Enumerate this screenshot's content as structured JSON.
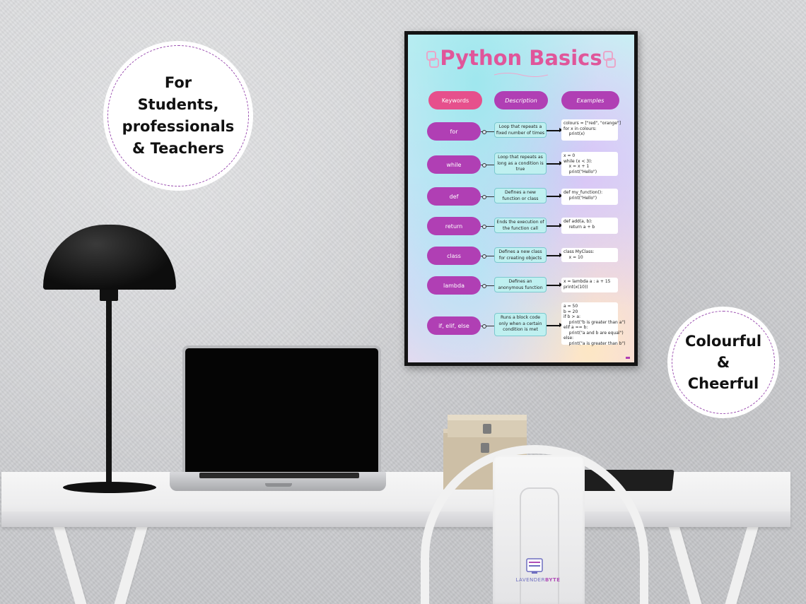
{
  "badges": {
    "left": [
      "For",
      "Students,",
      "professionals",
      "& Teachers"
    ],
    "right": [
      "Colourful",
      "&",
      "Cheerful"
    ]
  },
  "poster": {
    "title": "Python Basics",
    "headers": {
      "keywords": "Keywords",
      "description": "Description",
      "examples": "Examples"
    },
    "rows": [
      {
        "keyword": "for",
        "description": "Loop that repeats a fixed number of times",
        "example": "colours = [\"red\", \"orange\"]\nfor x in colours:\n    print(x)"
      },
      {
        "keyword": "while",
        "description": "Loop that repeats as long as a condition is true",
        "example": "x = 0\nwhile (x < 3):\n    x = x + 1\n    print(\"Hello\")"
      },
      {
        "keyword": "def",
        "description": "Defines a new function or class",
        "example": "def my_function():\n    print(\"Hello\")"
      },
      {
        "keyword": "return",
        "description": "Ends the execution of the function call",
        "example": "def add(a, b):\n    return a + b"
      },
      {
        "keyword": "class",
        "description": "Defines a new class for creating objects",
        "example": "class MyClass:\n    x = 10"
      },
      {
        "keyword": "lambda",
        "description": "Defines an anonymous function",
        "example": "x = lambda a : a + 15\nprint(x(10))"
      },
      {
        "keyword": "if, elif, else",
        "description": "Runs a block code only when a certain condition is met",
        "example": "a = 50\nb = 20\nif b > a:\n    print(\"b is greater than a\")\nelif a == b:\n    print(\"a and b are equal\")\nelse:\n    print(\"a is greater than b\")"
      }
    ]
  },
  "brand": {
    "part1": "LAVENDER",
    "part2": "BYTE"
  },
  "colors": {
    "pink": "#e0569a",
    "purple": "#b03fb4",
    "desc_bg": "#bff0f0"
  }
}
